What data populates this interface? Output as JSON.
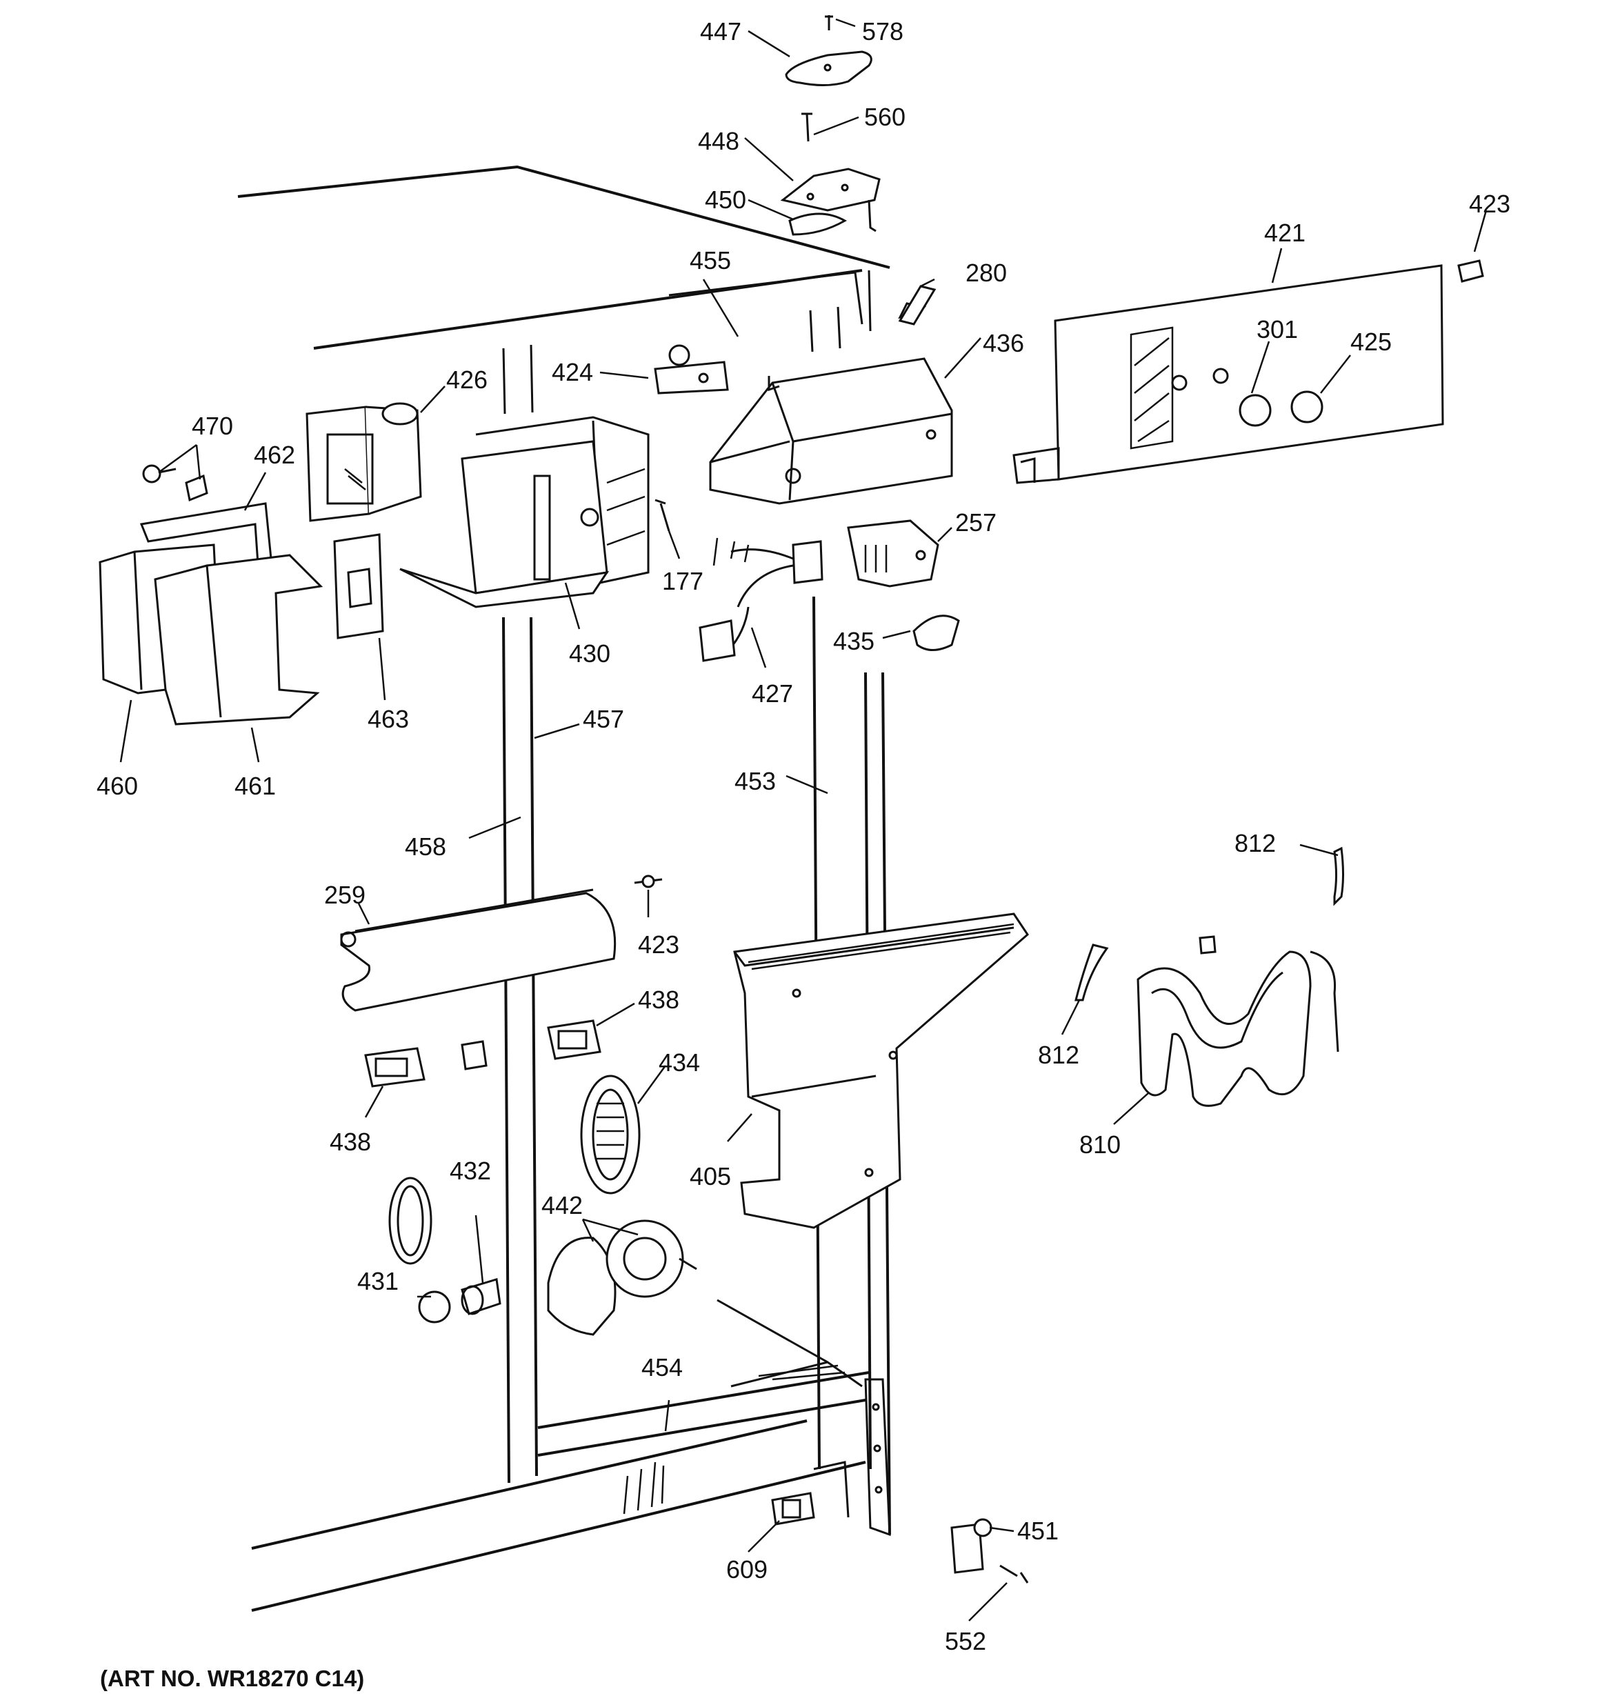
{
  "diagram": {
    "art_number": "(ART NO. WR18270 C14)",
    "callouts": {
      "c447": "447",
      "c578": "578",
      "c560": "560",
      "c448": "448",
      "c450": "450",
      "c423_top": "423",
      "c421": "421",
      "c280": "280",
      "c455": "455",
      "c436": "436",
      "c301": "301",
      "c425": "425",
      "c424": "424",
      "c426": "426",
      "c470": "470",
      "c462": "462",
      "c177": "177",
      "c257": "257",
      "c430": "430",
      "c427": "427",
      "c435": "435",
      "c463": "463",
      "c460": "460",
      "c461": "461",
      "c457": "457",
      "c453": "453",
      "c458": "458",
      "c812_top": "812",
      "c259": "259",
      "c423_mid": "423",
      "c438_right": "438",
      "c438_left": "438",
      "c434": "434",
      "c405": "405",
      "c812_mid": "812",
      "c810": "810",
      "c432": "432",
      "c442": "442",
      "c431": "431",
      "c454": "454",
      "c451": "451",
      "c609": "609",
      "c552": "552"
    }
  }
}
